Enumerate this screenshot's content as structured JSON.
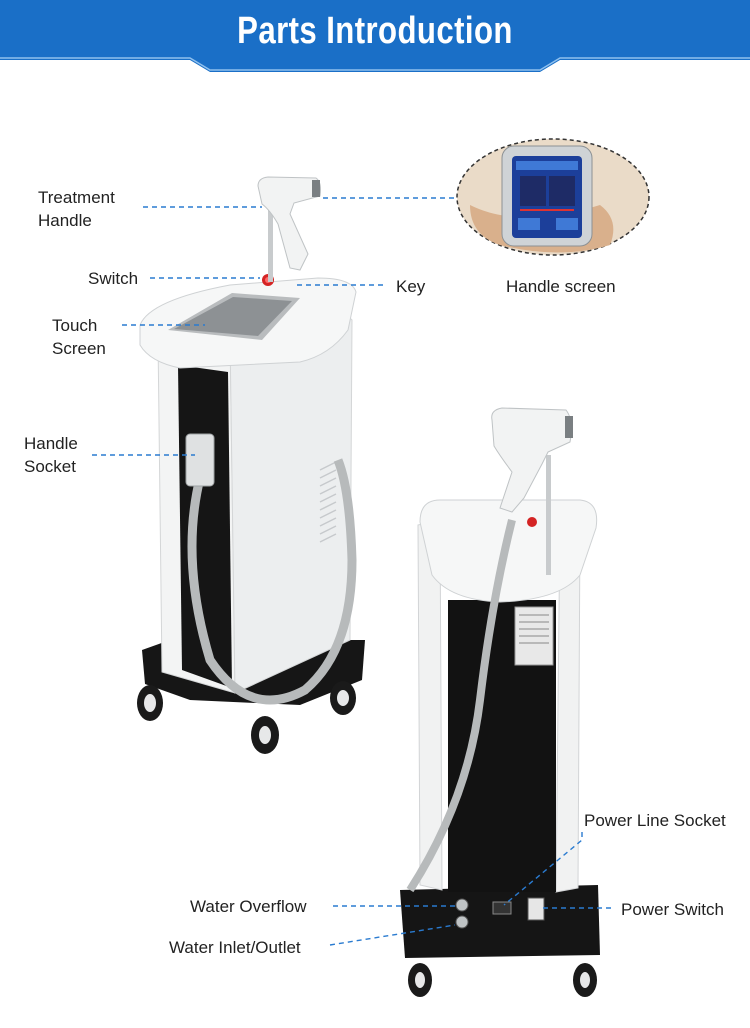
{
  "header": {
    "title": "Parts Introduction"
  },
  "labels": {
    "treatment_handle": [
      "Treatment",
      "Handle"
    ],
    "switch": "Switch",
    "touch_screen": [
      "Touch",
      "Screen"
    ],
    "handle_socket": [
      "Handle",
      "Socket"
    ],
    "key": "Key",
    "handle_screen": "Handle screen",
    "power_line_socket": "Power Line Socket",
    "power_switch": "Power Switch",
    "water_overflow": "Water Overflow",
    "water_inlet_outlet": "Water Inlet/Outlet"
  },
  "colors": {
    "banner": "#1a6fc7",
    "leader": "#2a7bd0",
    "body_white": "#f2f3f3",
    "panel_black": "#151515"
  }
}
